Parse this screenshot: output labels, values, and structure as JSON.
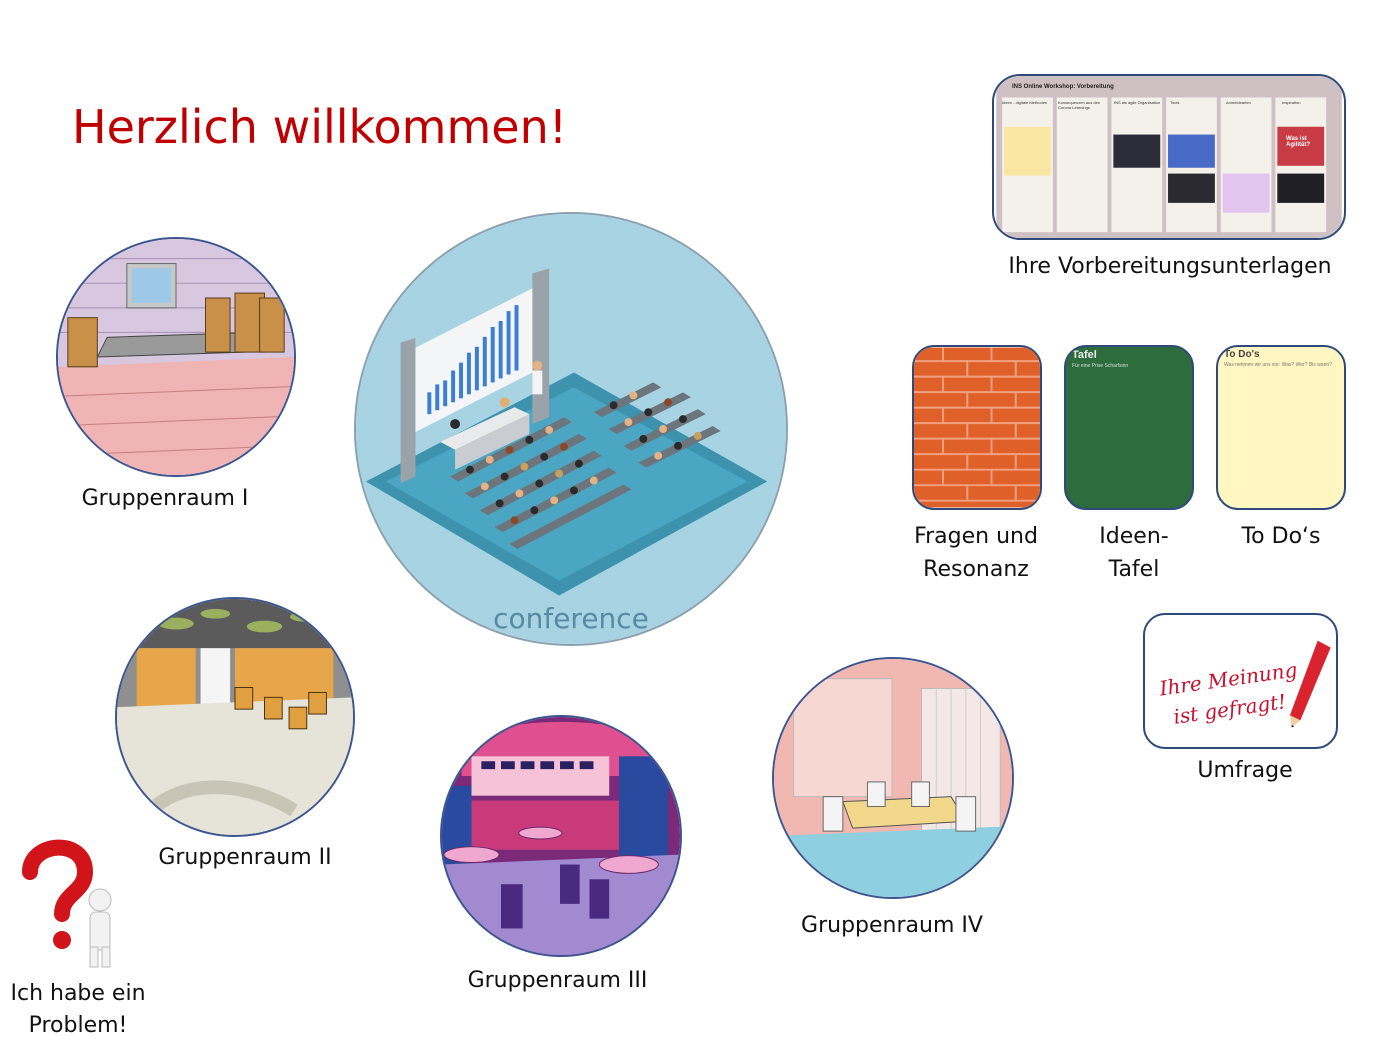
{
  "page": {
    "title": "Herzlich willkommen!"
  },
  "rooms": {
    "conference": {
      "label": "conference"
    },
    "group1": {
      "label": "Gruppenraum I"
    },
    "group2": {
      "label": "Gruppenraum II"
    },
    "group3": {
      "label": "Gruppenraum III"
    },
    "group4": {
      "label": "Gruppenraum IV"
    }
  },
  "boards": {
    "prep": {
      "label": "Ihre Vorbereitungsunterlagen",
      "board_title": "INS Online Workshop: Vorbereitung",
      "columns": [
        "Ideen - digitale Methoden",
        "Konsequenzen aus den Corona Learnings",
        "INS als agile Organisation",
        "Tools",
        "Anmeldearten",
        "Inspiration"
      ],
      "card_text": "Was ist Agilität?"
    },
    "questions": {
      "label_line1": "Fragen und",
      "label_line2": "Resonanz"
    },
    "ideas": {
      "label_line1": "Ideen-",
      "label_line2": "Tafel",
      "board_title": "Tafel",
      "board_subtitle": "Für eine Prise Scharfsinn"
    },
    "todos": {
      "label": "To Do‘s",
      "board_title": "To Do's",
      "board_subtitle": "Was nehmen wir uns vor: Was? Wer? Bis wann?"
    },
    "survey": {
      "label": "Umfrage",
      "card_line1": "Ihre Meinung",
      "card_line2": "ist gefragt!"
    }
  },
  "help": {
    "label_line1": "Ich habe ein",
    "label_line2": "Problem!"
  },
  "colors": {
    "title": "#c00000",
    "circle_border": "#3d5690",
    "conference_bg": "#a7d3e3",
    "brick": "#e0602a",
    "chalkboard": "#2e6b3d",
    "sticky": "#fff6c2"
  }
}
